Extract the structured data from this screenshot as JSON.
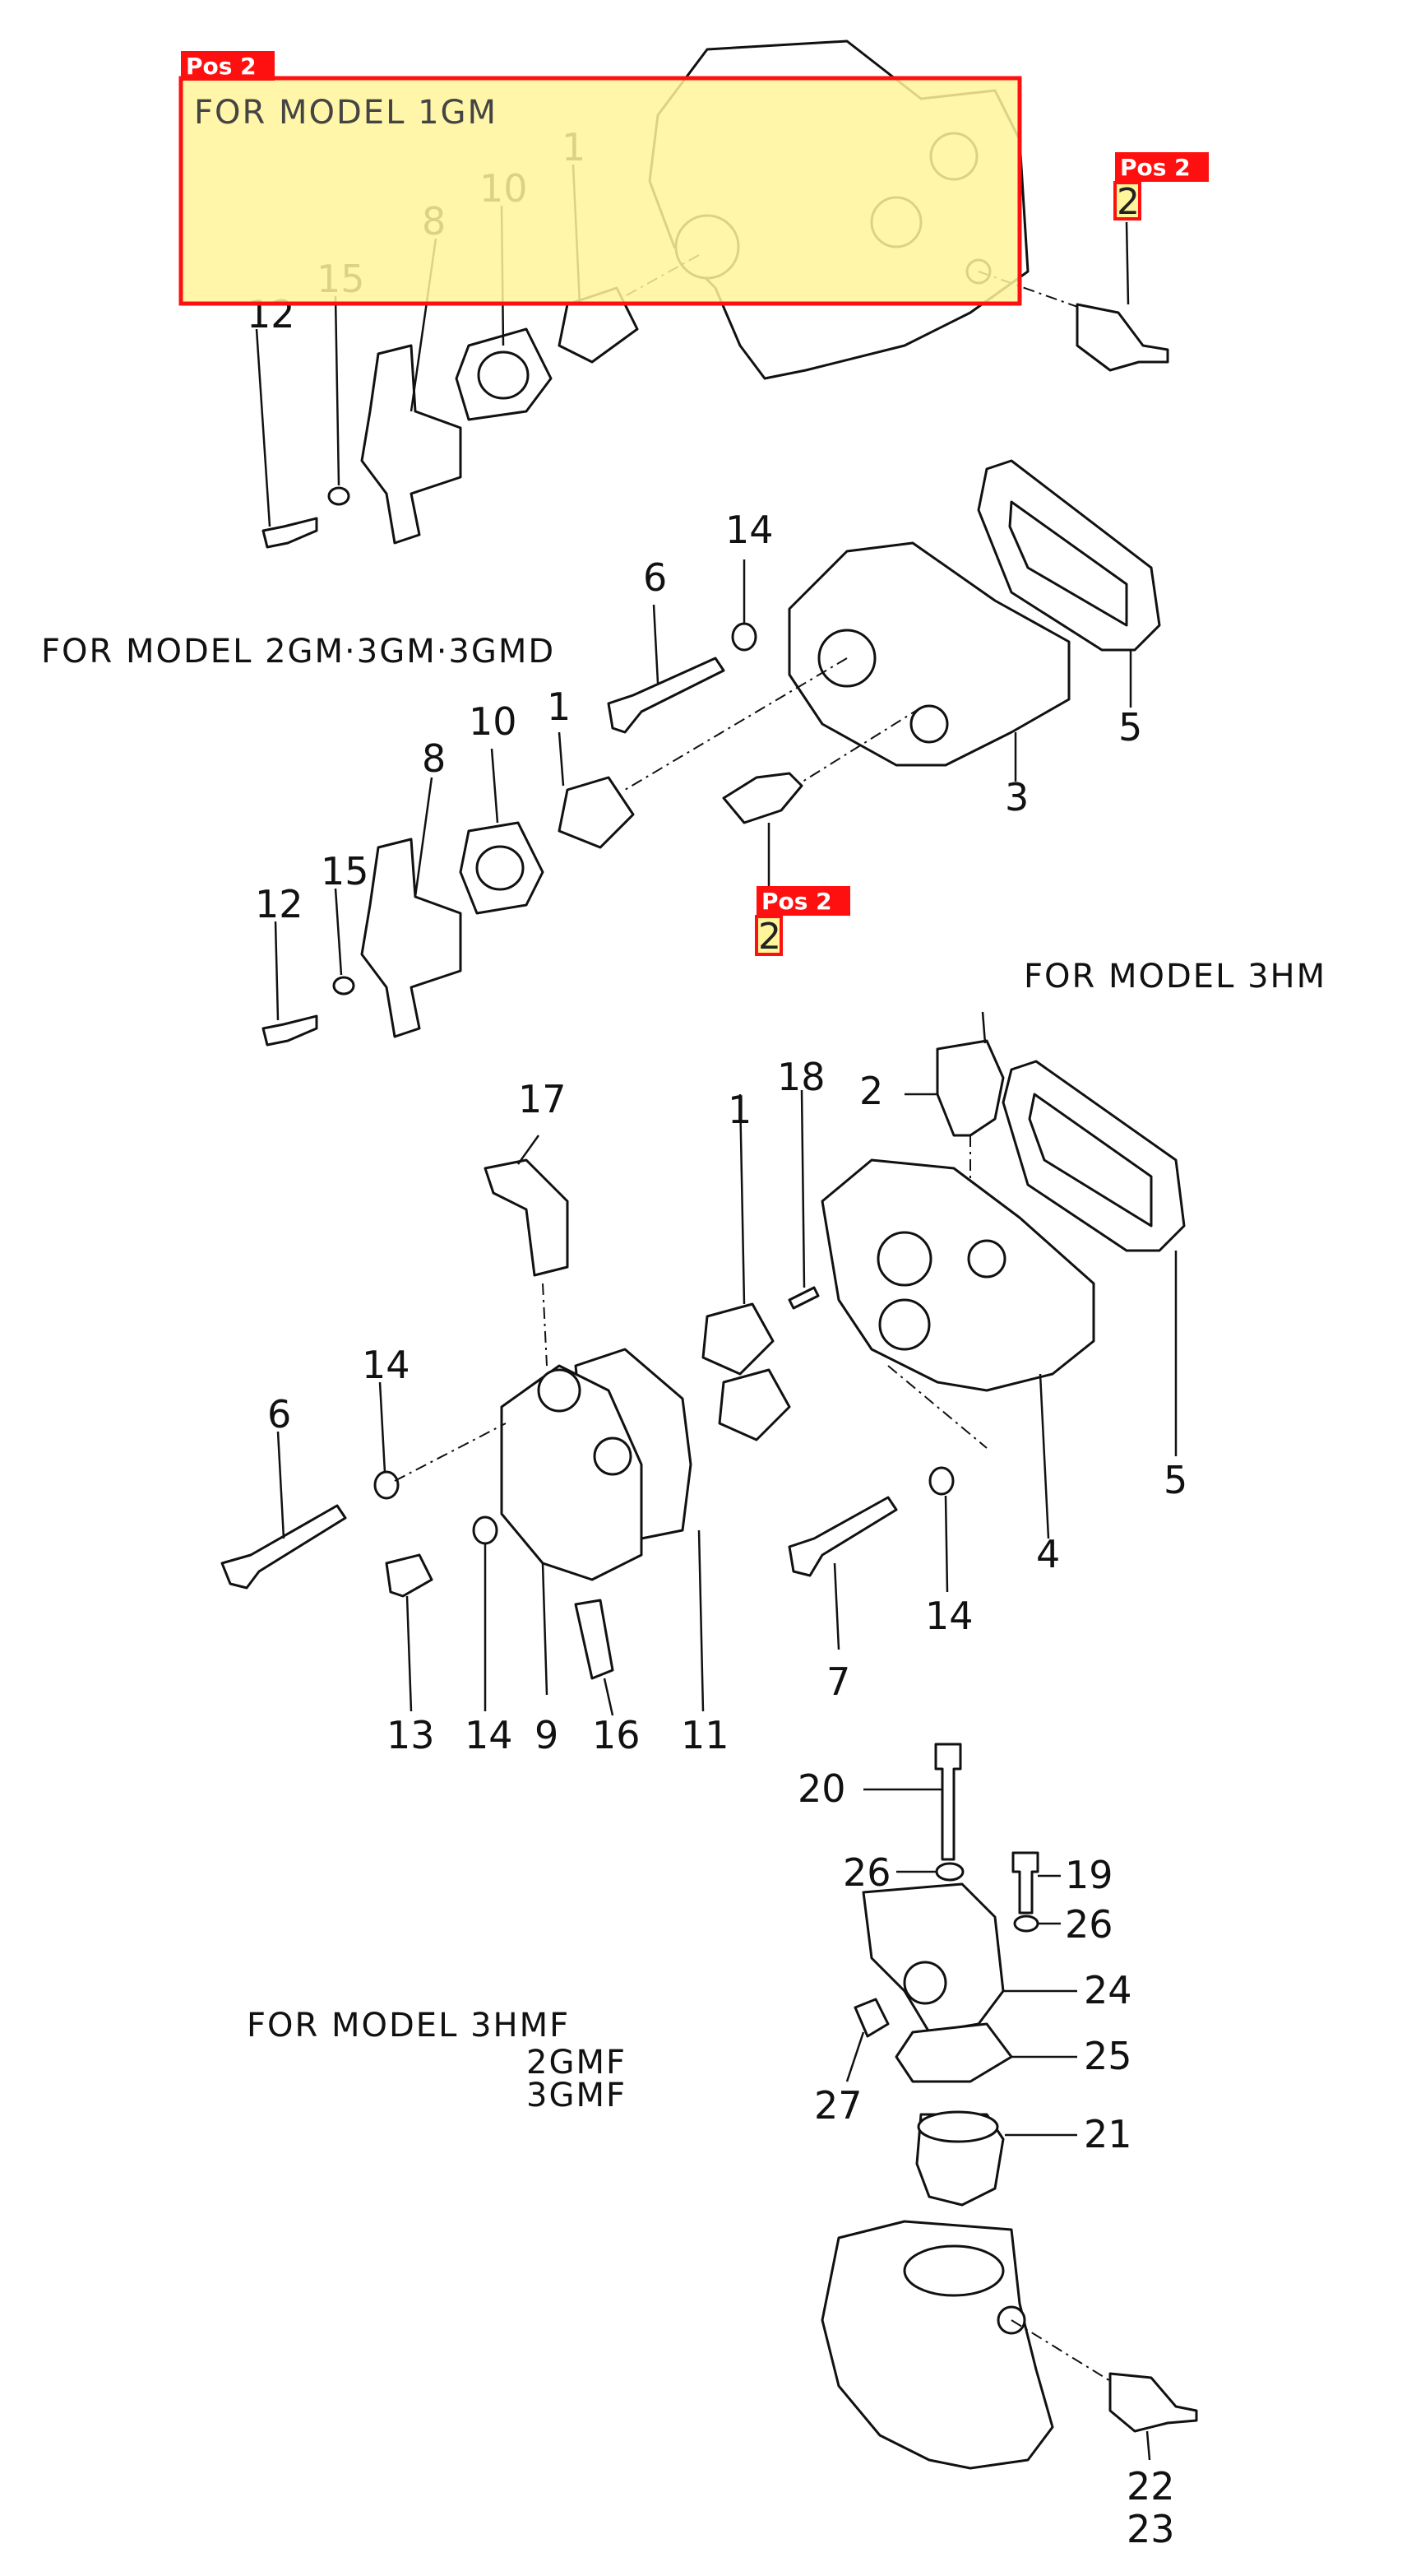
{
  "models": {
    "m1": "FOR MODEL 1GM",
    "m2": "FOR MODEL 2GM·3GM·3GMD",
    "m3": "FOR MODEL 3HM",
    "m4a": "FOR MODEL 3HMF",
    "m4b": "2GMF",
    "m4c": "3GMF"
  },
  "highlight": {
    "tag": "Pos 2",
    "number": "2"
  },
  "labels": {
    "n1": "1",
    "n2": "2",
    "n3": "3",
    "n4": "4",
    "n5": "5",
    "n6": "6",
    "n7": "7",
    "n8": "8",
    "n9": "9",
    "n10": "10",
    "n11": "11",
    "n12": "12",
    "n13": "13",
    "n14": "14",
    "n15": "15",
    "n16": "16",
    "n17": "17",
    "n18": "18",
    "n19": "19",
    "n20": "20",
    "n21": "21",
    "n22": "22",
    "n23": "23",
    "n24": "24",
    "n25": "25",
    "n26": "26",
    "n27": "27"
  }
}
